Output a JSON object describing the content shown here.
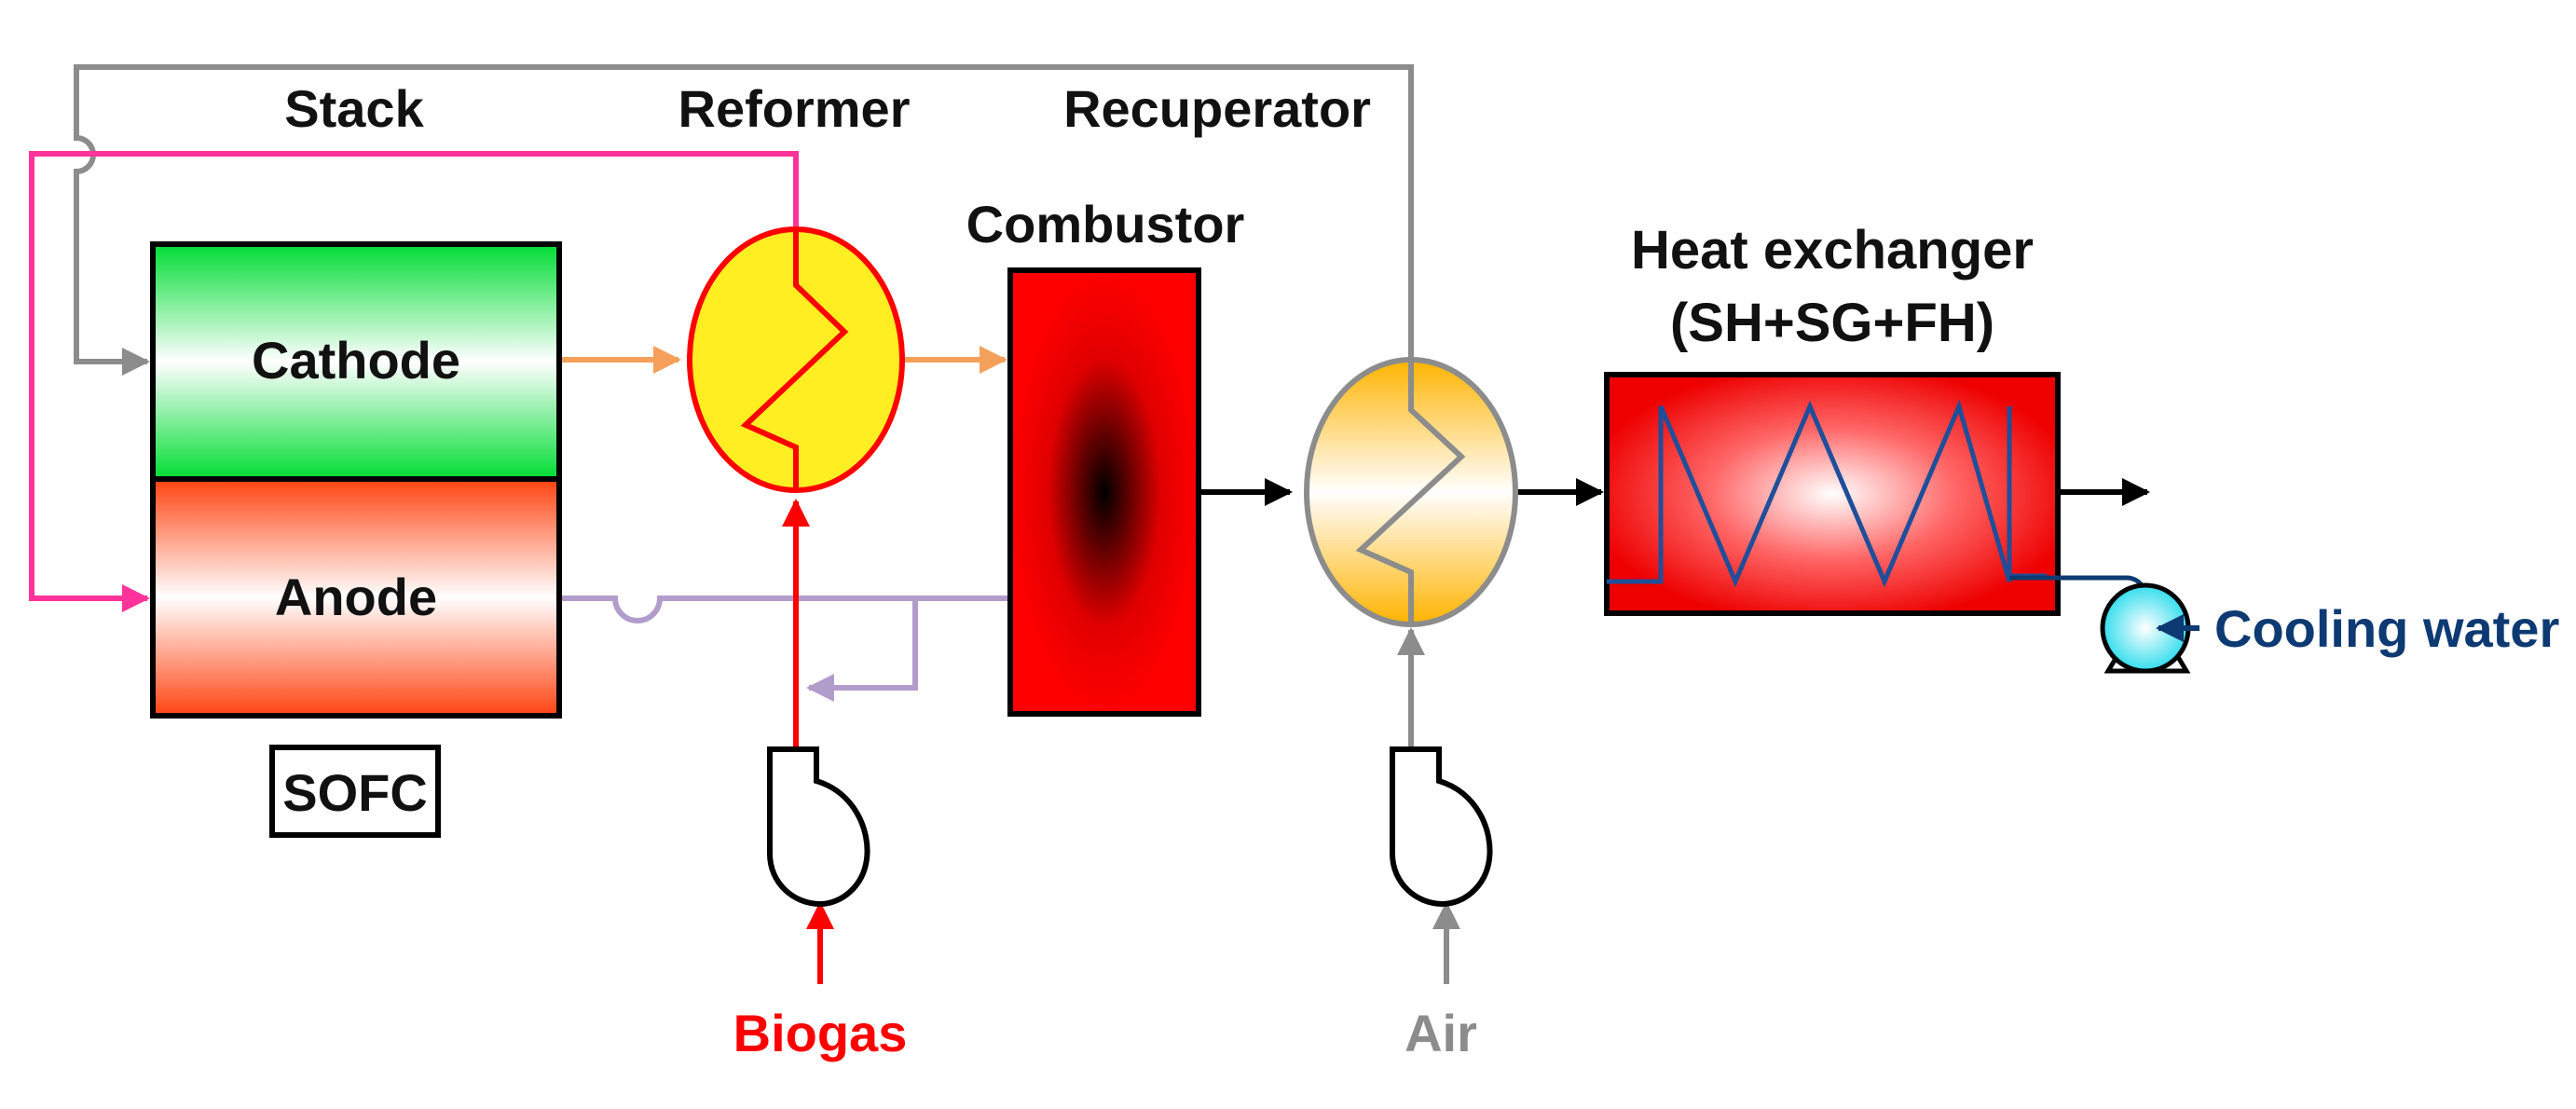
{
  "labels": {
    "stack": "Stack",
    "reformer": "Reformer",
    "recuperator": "Recuperator",
    "combustor": "Combustor",
    "heat_exchanger_line1": "Heat exchanger",
    "heat_exchanger_line2": "(SH+SG+FH)",
    "cathode": "Cathode",
    "anode": "Anode",
    "sofc": "SOFC",
    "biogas": "Biogas",
    "air": "Air",
    "cooling_water": "Cooling water"
  },
  "colors": {
    "biogas": "#ff0000",
    "air": "#8c8c8c",
    "cooling_water": "#0d3a73",
    "cathode_exhaust": "#f5a05a",
    "anode_recirculation": "#b29ccc",
    "reformed_fuel": "#ff3399",
    "flue_gas": "#000000",
    "cathode_gradient": "#00dd33",
    "anode_gradient": "#ff4411",
    "reformer_fill": "#ffee22",
    "recuperator_fill": "#ffb300",
    "heat_exchanger_fill": "#ee0000",
    "heat_exchanger_coil": "#1f4e9a",
    "pump_fill": "#33ddee"
  }
}
